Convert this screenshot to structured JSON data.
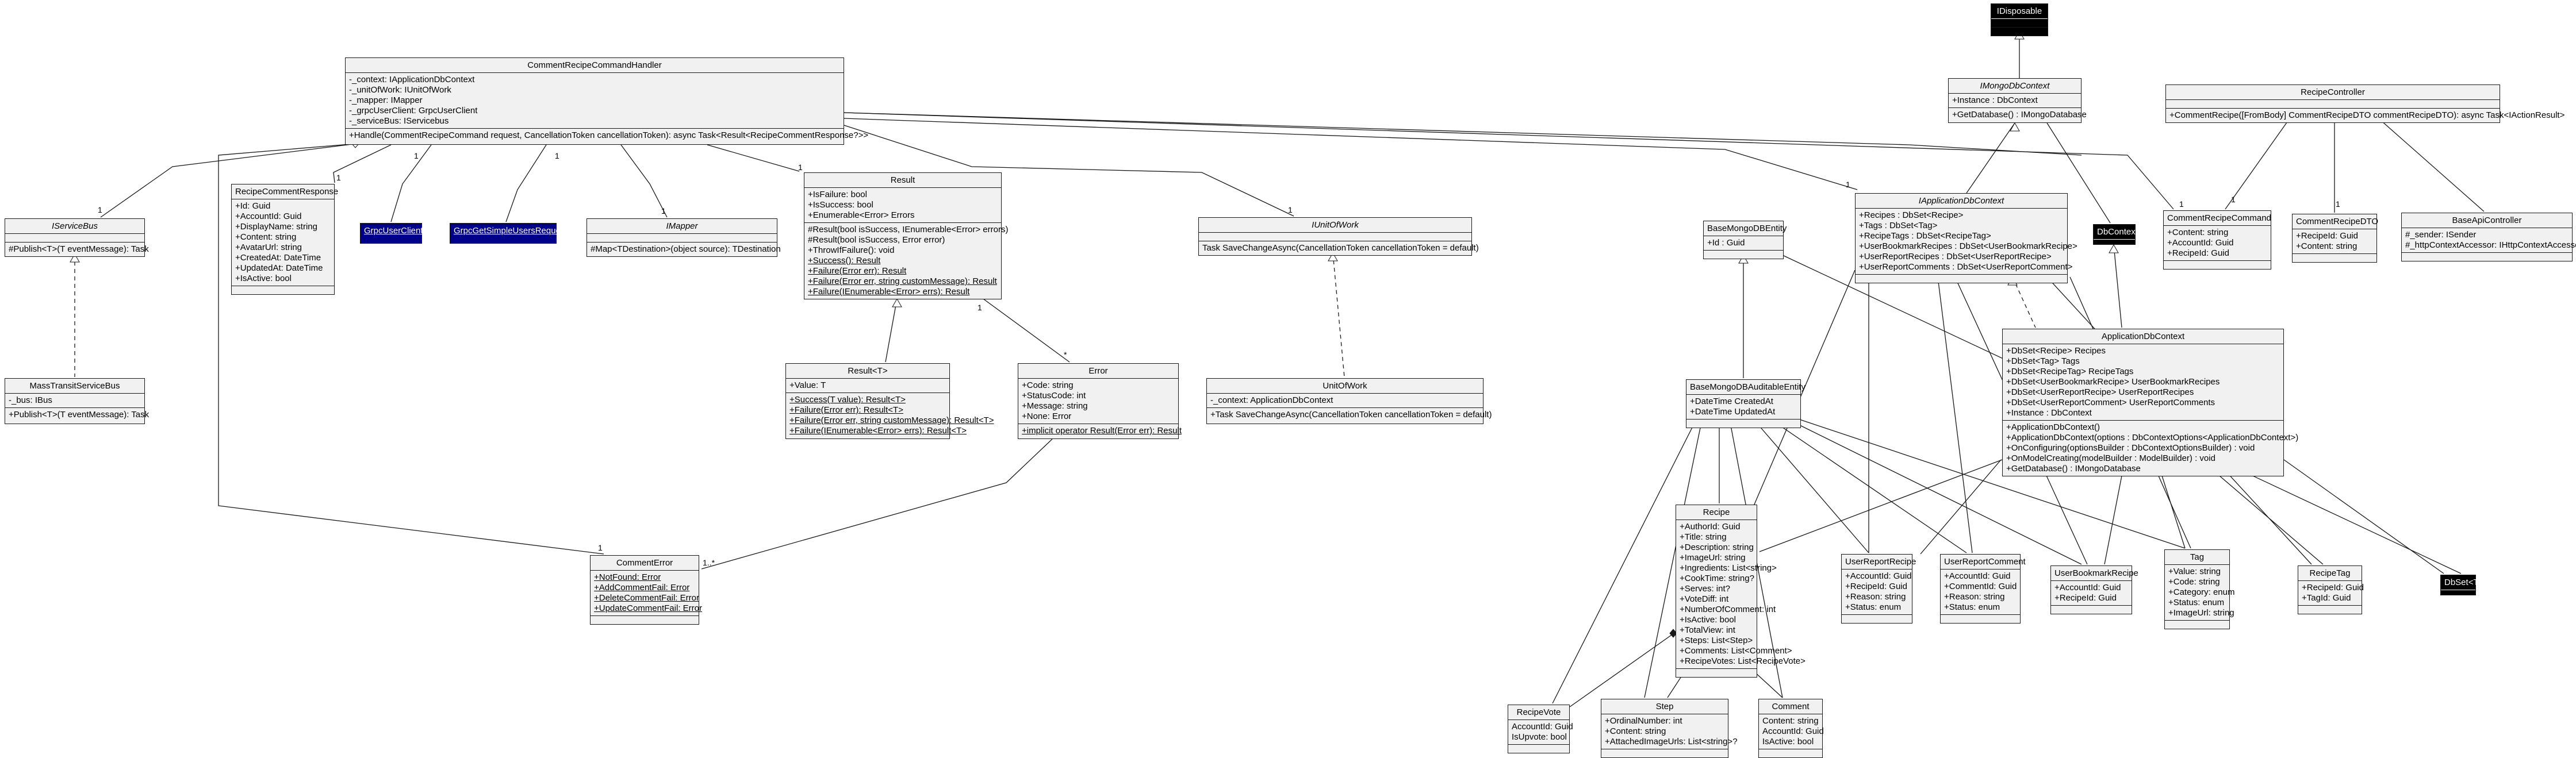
{
  "diagram": {
    "classes": {
      "idisposable": {
        "name": "IDisposable",
        "members": [],
        "methods": []
      },
      "imongodbcontext": {
        "name": "IMongoDbContext",
        "members": [
          "+Instance : DbContext"
        ],
        "methods": [
          "+GetDatabase() : IMongoDatabase"
        ]
      },
      "handler": {
        "name": "CommentRecipeCommandHandler",
        "members": [
          "-_context: IApplicationDbContext",
          "-_unitOfWork: IUnitOfWork",
          "-_mapper: IMapper",
          "-_grpcUserClient: GrpcUserClient",
          "-_serviceBus: IServicebus"
        ],
        "methods": [
          "+Handle(CommentRecipeCommand request, CancellationToken cancellationToken): async Task<Result<RecipeCommentResponse?>>"
        ]
      },
      "recipecontroller": {
        "name": "RecipeController",
        "members": [],
        "methods": [
          "+CommentRecipe([FromBody] CommentRecipeDTO commentRecipeDTO): async Task<IActionResult>"
        ]
      },
      "iservicebus": {
        "name": "IServiceBus",
        "members": [],
        "methods": [
          "#Publish<T>(T eventMessage): Task"
        ]
      },
      "recipecommentresponse": {
        "name": "RecipeCommentResponse",
        "members": [
          "+Id: Guid",
          "+AccountId: Guid",
          "+DisplayName: string",
          "+Content: string",
          "+AvatarUrl: string",
          "+CreatedAt: DateTime",
          "+UpdatedAt: DateTime",
          "+IsActive: bool"
        ],
        "methods": []
      },
      "grpcuserclient": {
        "name": "GrpcUserClient"
      },
      "grpcgetsimpleusersrequest": {
        "name": "GrpcGetSimpleUsersRequest"
      },
      "imapper": {
        "name": "IMapper",
        "members": [],
        "methods": [
          "#Map<TDestination>(object source): TDestination"
        ]
      },
      "result": {
        "name": "Result",
        "members": [
          "+IsFailure: bool",
          "+IsSuccess: bool",
          "+Enumerable<Error> Errors"
        ],
        "methods": [
          "#Result(bool isSuccess, IEnumerable<Error> errors)",
          "#Result(bool isSuccess, Error error)",
          "+ThrowIfFailure(): void",
          "+Success(): Result",
          "+Failure(Error err): Result",
          "+Failure(Error err, string customMessage): Result",
          "+Failure(IEnumerable<Error> errs): Result"
        ]
      },
      "iunitofwork": {
        "name": "IUnitOfWork",
        "members": [],
        "methods": [
          "Task SaveChangeAsync(CancellationToken cancellationToken = default)"
        ]
      },
      "iapplicationdbcontext": {
        "name": "IApplicationDbContext",
        "members": [
          "+Recipes : DbSet<Recipe>",
          "+Tags : DbSet<Tag>",
          "+RecipeTags : DbSet<RecipeTag>",
          "+UserBookmarkRecipes : DbSet<UserBookmarkRecipe>",
          "+UserReportRecipes : DbSet<UserReportRecipe>",
          "+UserReportComments : DbSet<UserReportComment>"
        ],
        "methods": []
      },
      "basemongodbentity": {
        "name": "BaseMongoDBEntity",
        "members": [
          "+Id : Guid"
        ],
        "methods": []
      },
      "dbcontext": {
        "name": "DbContext"
      },
      "commentrecipecommand": {
        "name": "CommentRecipeCommand",
        "members": [
          "+Content: string",
          "+AccountId: Guid",
          "+RecipeId: Guid"
        ],
        "methods": []
      },
      "commentrecipedto": {
        "name": "CommentRecipeDTO",
        "members": [
          "+RecipeId: Guid",
          "+Content: string"
        ],
        "methods": []
      },
      "baseapicontroller": {
        "name": "BaseApiController",
        "members": [
          "#_sender: ISender",
          "#_httpContextAccessor: IHttpContextAccessor"
        ],
        "methods": []
      },
      "masstransitservicebus": {
        "name": "MassTransitServiceBus",
        "members": [
          "-_bus: IBus"
        ],
        "methods": [
          "+Publish<T>(T eventMessage): Task"
        ]
      },
      "resultt": {
        "name": "Result<T>",
        "members": [
          "+Value: T"
        ],
        "methods": [
          "+Success(T value): Result<T>",
          "+Failure(Error err): Result<T>",
          "+Failure(Error err, string customMessage): Result<T>",
          "+Failure(IEnumerable<Error> errs): Result<T>"
        ]
      },
      "error": {
        "name": "Error",
        "members": [
          "+Code: string",
          "+StatusCode: int",
          "+Message: string",
          "+None: Error"
        ],
        "methods": [
          "+implicit operator Result(Error err): Result"
        ]
      },
      "unitofwork": {
        "name": "UnitOfWork",
        "members": [
          "-_context: ApplicationDbContext"
        ],
        "methods": [
          "+Task SaveChangeAsync(CancellationToken cancellationToken = default)"
        ]
      },
      "basemongodbauditableentity": {
        "name": "BaseMongoDBAuditableEntity",
        "members": [
          "+DateTime CreatedAt",
          "+DateTime UpdatedAt"
        ],
        "methods": []
      },
      "applicationdbcontext": {
        "name": "ApplicationDbContext",
        "members": [
          "+DbSet<Recipe> Recipes",
          "+DbSet<Tag> Tags",
          "+DbSet<RecipeTag> RecipeTags",
          "+DbSet<UserBookmarkRecipe> UserBookmarkRecipes",
          "+DbSet<UserReportRecipe> UserReportRecipes",
          "+DbSet<UserReportComment> UserReportComments",
          "+Instance : DbContext"
        ],
        "methods": [
          "+ApplicationDbContext()",
          "+ApplicationDbContext(options : DbContextOptions<ApplicationDbContext>)",
          "+OnConfiguring(optionsBuilder : DbContextOptionsBuilder) : void",
          "+OnModelCreating(modelBuilder : ModelBuilder) : void",
          "+GetDatabase() : IMongoDatabase"
        ]
      },
      "commenterror": {
        "name": "CommentError",
        "members": [
          "+NotFound: Error",
          "+AddCommentFail: Error",
          "+DeleteCommentFail: Error",
          "+UpdateCommentFail: Error"
        ],
        "methods": []
      },
      "recipe": {
        "name": "Recipe",
        "members": [
          "+AuthorId: Guid",
          "+Title: string",
          "+Description: string",
          "+ImageUrl: string",
          "+Ingredients: List<string>",
          "+CookTime: string?",
          "+Serves: int?",
          "+VoteDiff: int",
          "+NumberOfComment: int",
          "+IsActive: bool",
          "+TotalView: int",
          "+Steps: List<Step>",
          "+Comments: List<Comment>",
          "+RecipeVotes: List<RecipeVote>"
        ],
        "methods": []
      },
      "userreportrecipe": {
        "name": "UserReportRecipe",
        "members": [
          "+AccountId: Guid",
          "+RecipeId: Guid",
          "+Reason: string",
          "+Status: enum"
        ],
        "methods": []
      },
      "userreportcomment": {
        "name": "UserReportComment",
        "members": [
          "+AccountId: Guid",
          "+CommentId: Guid",
          "+Reason: string",
          "+Status: enum"
        ],
        "methods": []
      },
      "userbookmarkrecipe": {
        "name": "UserBookmarkRecipe",
        "members": [
          "+AccountId: Guid",
          "+RecipeId: Guid"
        ],
        "methods": []
      },
      "tag": {
        "name": "Tag",
        "members": [
          "+Value: string",
          "+Code: string",
          "+Category: enum",
          "+Status: enum",
          "+ImageUrl: string"
        ],
        "methods": []
      },
      "recipetag": {
        "name": "RecipeTag",
        "members": [
          "+RecipeId: Guid",
          "+TagId: Guid"
        ],
        "methods": []
      },
      "dbsett": {
        "name": "DbSet<T>"
      },
      "recipevote": {
        "name": "RecipeVote",
        "members": [
          "AccountId: Guid",
          "IsUpvote: bool"
        ],
        "methods": []
      },
      "step": {
        "name": "Step",
        "members": [
          "+OrdinalNumber: int",
          "+Content: string",
          "+AttachedImageUrls: List<string>?"
        ],
        "methods": []
      },
      "comment": {
        "name": "Comment",
        "members": [
          "Content: string",
          "AccountId: Guid",
          "IsActive: bool"
        ],
        "methods": []
      }
    },
    "multiplicities": {
      "one": "1",
      "many": "*",
      "one_to_many": "1..*"
    },
    "colors": {
      "box_fill": "#f1f1f1",
      "border": "#181818",
      "navy": "#00008b",
      "dark": "#000000"
    }
  }
}
